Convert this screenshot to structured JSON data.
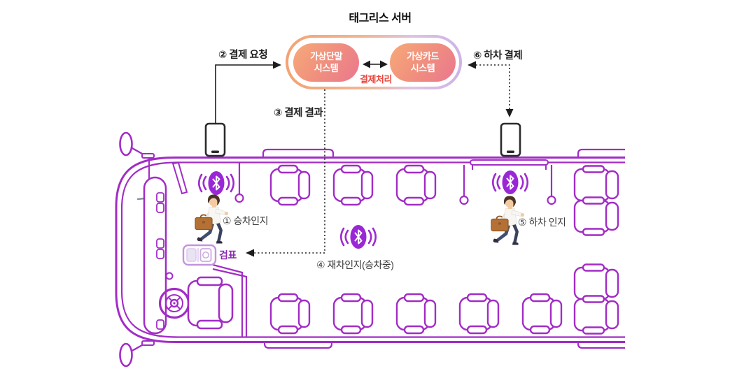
{
  "title": "태그리스 서버",
  "server": {
    "terminal": {
      "line1": "가상단말",
      "line2": "시스템"
    },
    "card": {
      "line1": "가상카드",
      "line2": "시스템"
    },
    "processing": "결제처리"
  },
  "steps": {
    "board_detect": "① 승차인지",
    "pay_request": "② 결제 요청",
    "pay_result": "③ 결제 결과",
    "re_detect": "④ 재차인지(승차중)",
    "alight_detect": "⑤ 하차 인지",
    "alight_pay": "⑥ 하차 결제"
  },
  "bus": {
    "inspection_label": "검표",
    "bluetooth_beacons": 3,
    "passengers": 2,
    "smartphones": 2,
    "seats_top_row": 3,
    "seats_bottom_row": 5,
    "seats_rear_block": 4,
    "hand_straps": 3
  },
  "icons": {
    "bluetooth": "bluetooth-beacon-icon",
    "smartphone": "smartphone-icon",
    "passenger": "passenger-icon",
    "steering_wheel": "steering-wheel-icon",
    "fare_reader": "fare-reader-icon",
    "hand_strap": "hand-strap-icon",
    "side_mirror": "side-mirror-icon"
  },
  "colors": {
    "bus_line": "#A22CC6",
    "bluetooth_fill": "#9A27D6",
    "server_border_start": "#F4A273",
    "server_border_end": "#CDB3E7",
    "pill_gradient_start": "#F6A779",
    "pill_gradient_end": "#EA7A8D",
    "processing_red": "#E9473F",
    "inspection_purple": "#8A2BAE",
    "flow_black": "#1D1D1D"
  }
}
